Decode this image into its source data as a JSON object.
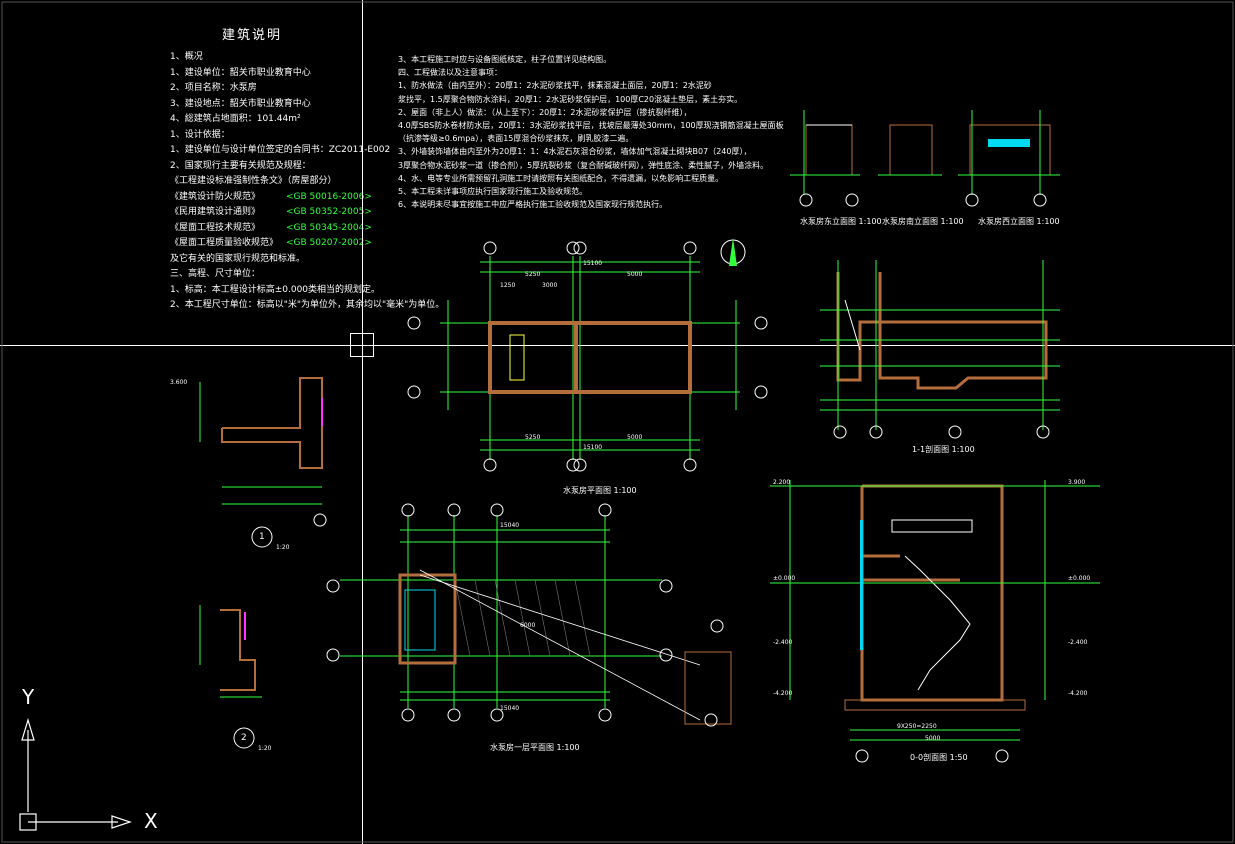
{
  "notes": {
    "title": "建筑说明",
    "left": [
      {
        "text": "1、概况",
        "bold": true
      },
      {
        "text": "1、建设单位：韶关市职业教育中心"
      },
      {
        "text": "2、项目名称：水泵房"
      },
      {
        "text": "3、建设地点：韶关市职业教育中心"
      },
      {
        "text": "4、総建筑占地面积：101.44m²"
      },
      {
        "text": "1、设计依据："
      },
      {
        "text": "1、建设单位与设计单位签定的合同书：ZC2011-E002"
      },
      {
        "text": "2、国家现行主要有关规范及规程："
      },
      {
        "text": "《工程建设标准强制性条文》（房屋部分）"
      },
      {
        "text": "《建筑设计防火规范》"
      },
      {
        "text": "《民用建筑设计通则》"
      },
      {
        "text": "《屋面工程技术规范》"
      },
      {
        "text": "《屋面工程质量验收规范》"
      },
      {
        "text": "及它有关的国家现行规范和标准。"
      },
      {
        "text": "三、高程、尺寸单位："
      },
      {
        "text": "1、标高：本工程设计标高±0.000类相当的规划定。"
      },
      {
        "text": "2、本工程尺寸单位：标高以\"米\"为单位外，其余均以\"毫米\"为单位。"
      }
    ],
    "codes": [
      "<GB 50016-2006>",
      "<GB 50352-2005>",
      "<GB 50345-2004>",
      "<GB 50207-2002>"
    ],
    "right": [
      "3、本工程施工时应与设备图纸核定，柱子位置详见结构图。",
      "四、工程做法以及注意事项：",
      "1、防水做法（由内至外）：20厚1：2水泥砂浆找平，抹素混凝土面层，20厚1：2水泥砂",
      "   浆找平，1.5厚聚合物防水涂料，20厚1：2水泥砂浆保护层，100厚C20混凝土垫层，素土夯实。",
      "2、屋面（非上人）做法：（从上至下）：20厚1：2水泥砂浆保护层（掺抗裂纤维），",
      "   4.0厚SBS防水卷材防水层，20厚1：3水泥砂浆找平层，找坡层最薄处30mm，100厚现浇钢筋混凝土屋面板",
      "   （抗渗等级≥0.6mpa），表面15厚混合砂浆抹灰，刷乳胶漆二遍。",
      "3、外墙装饰墙体由内至外为20厚1：1：4水泥石灰混合砂浆，墙体加气混凝土砌块B07（240厚），",
      "   3厚聚合物水泥砂浆一道（掺合剂），5厚抗裂砂浆（复合耐碱玻纤网），弹性底涂、柔性腻子，外墙涂料。",
      "4、水、电等专业所需预留孔洞施工时请按照有关图纸配合，不得遗漏，以免影响工程质量。",
      "5、本工程未详事项应执行国家现行施工及验收规范。",
      "6、本说明未尽事宜按施工中应严格执行施工验收规范及国家现行规范执行。"
    ]
  },
  "drawings": {
    "pump_plan": "水泵房平面图 1:100",
    "section_1_1": "1-1剖面图 1:100",
    "section_0_0": "0-0剖面图 1:50",
    "first_floor_plan": "水泵房一层平面图 1:100",
    "elev_1": "水泵房东立面图 1:100",
    "elev_2": "水泵房南立面图 1:100",
    "elev_3": "水泵房西立面图 1:100",
    "detail_1": "1",
    "detail_2": "2",
    "detail_label": "1:20"
  },
  "dims": {
    "total_len": "15100",
    "seg_a": "1250",
    "seg_b": "5250",
    "seg_c": "5000",
    "seg_d": "3000",
    "width": "6000",
    "total_plan": "15040",
    "stair": "9X250=2250",
    "sec_w": "5000",
    "h1": "2.200",
    "h2": "±0.000",
    "h3": "-2.400",
    "h4": "-4.200",
    "h5": "3.900",
    "h6": "3.600"
  },
  "ucs": {
    "y": "Y",
    "x": "X"
  },
  "colors": {
    "bg": "#000000",
    "line": "#31ff3c",
    "wall": "#b46e3c",
    "text": "#ffffff"
  }
}
